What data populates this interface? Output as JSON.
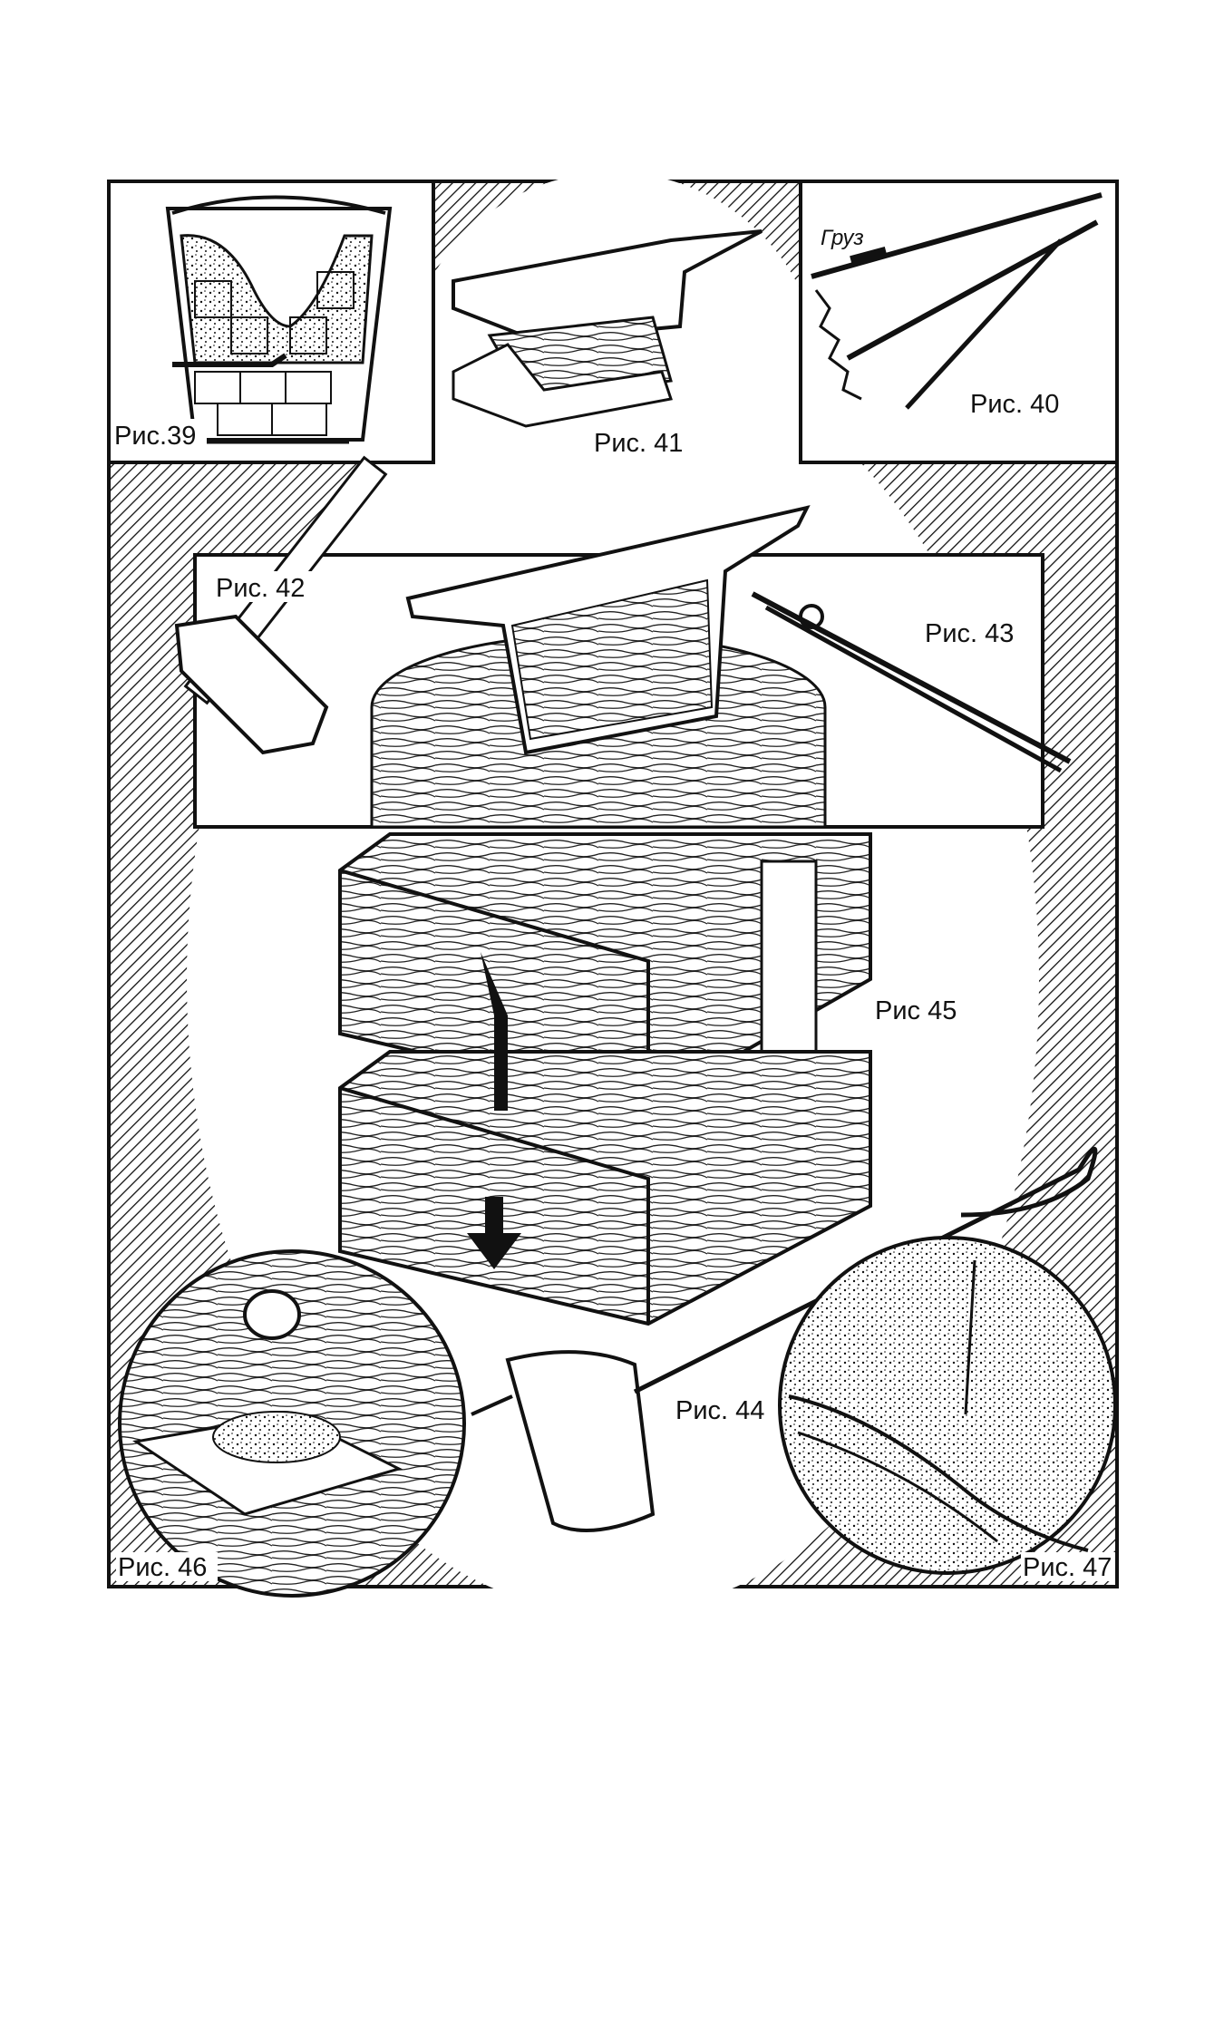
{
  "figures": {
    "fig39": "Рис.39",
    "fig40": "Рис. 40",
    "fig41": "Рис. 41",
    "fig42": "Рис. 42",
    "fig43": "Рис. 43",
    "fig44": "Рис. 44",
    "fig45": "Рис 45",
    "fig46": "Рис. 46",
    "fig47": "Рис. 47"
  },
  "annotations": {
    "weight": "Груз"
  }
}
